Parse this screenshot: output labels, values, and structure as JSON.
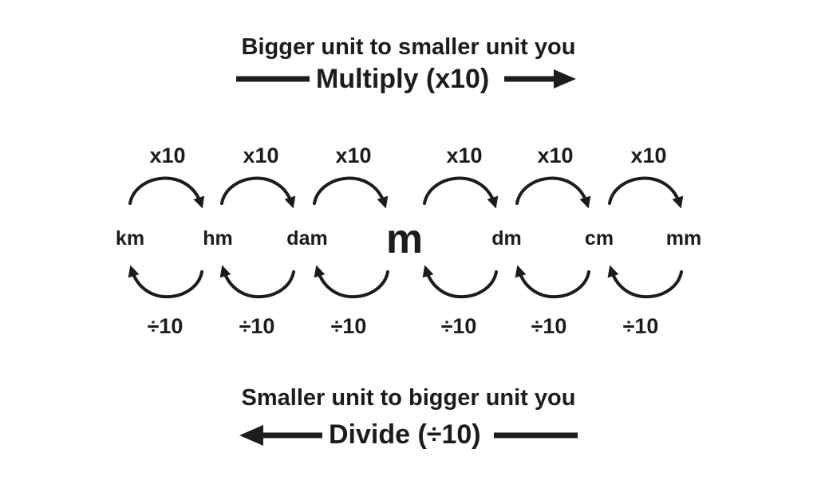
{
  "top": {
    "caption": "Bigger unit to smaller unit you",
    "action": "Multiply (x10)"
  },
  "bottom": {
    "caption": "Smaller unit to bigger unit you",
    "action": "Divide (÷10)"
  },
  "units": [
    "km",
    "hm",
    "dam",
    "m",
    "dm",
    "cm",
    "mm"
  ],
  "multiply_labels": [
    "x10",
    "x10",
    "x10",
    "x10",
    "x10",
    "x10"
  ],
  "divide_labels": [
    "÷10",
    "÷10",
    "÷10",
    "÷10",
    "÷10",
    "÷10"
  ],
  "colors": {
    "ink": "#1c1c1c",
    "background": "#ffffff"
  }
}
